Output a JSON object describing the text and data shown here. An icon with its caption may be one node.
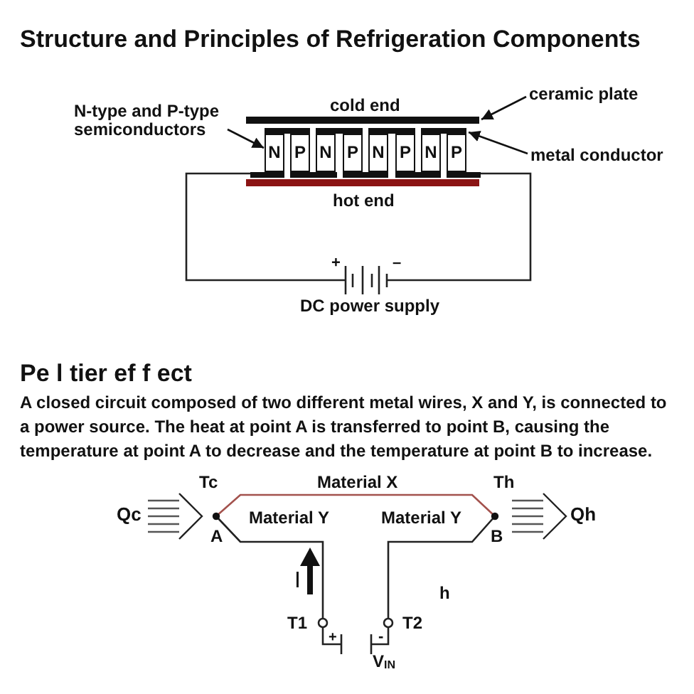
{
  "diagram": {
    "title": "Structure and Principles of Refrigeration Components",
    "nodes": [
      {
        "text": [
          "N-type and P-type semiconductors"
        ]
      },
      {
        "text": [
          "ceramic plate"
        ]
      },
      {
        "text": [],
        "shape": "bar"
      },
      {
        "text": [
          "N"
        ]
      },
      {
        "text": [
          "P"
        ]
      },
      {
        "text": [
          "N"
        ]
      },
      {
        "text": [
          "P"
        ]
      },
      {
        "text": [
          "N"
        ]
      },
      {
        "text": [
          "P"
        ]
      },
      {
        "text": [
          "N"
        ]
      },
      {
        "text": [
          "P"
        ]
      },
      {
        "text": [
          "metal conductor"
        ]
      },
      {
        "text": [],
        "shape": "bar"
      }
    ],
    "edges": [
      {
        "from": 0,
        "to": 3,
        "arrow": "to"
      },
      {
        "from": 1,
        "to": 2,
        "arrow": "to"
      },
      {
        "from": 11,
        "to": 12,
        "arrow": "to"
      }
    ],
    "labels": [
      "cold end",
      "hot end",
      "+",
      "–",
      "DC power supply",
      "Pe l tier ef f ect",
      "A closed circuit composed of two different metal wires, X and Y, is connected to a power source. The heat at point A is transferred to point B, causing the temperature at point A to decrease and the temperature at point B to increase.",
      "Tc",
      "Material X",
      "Th",
      "Qc",
      "Material Y",
      "Material Y",
      "Qh",
      "A",
      "B",
      "I",
      "h",
      "T1",
      "T2",
      "+",
      "-",
      "V$_{IN}$"
    ]
  }
}
